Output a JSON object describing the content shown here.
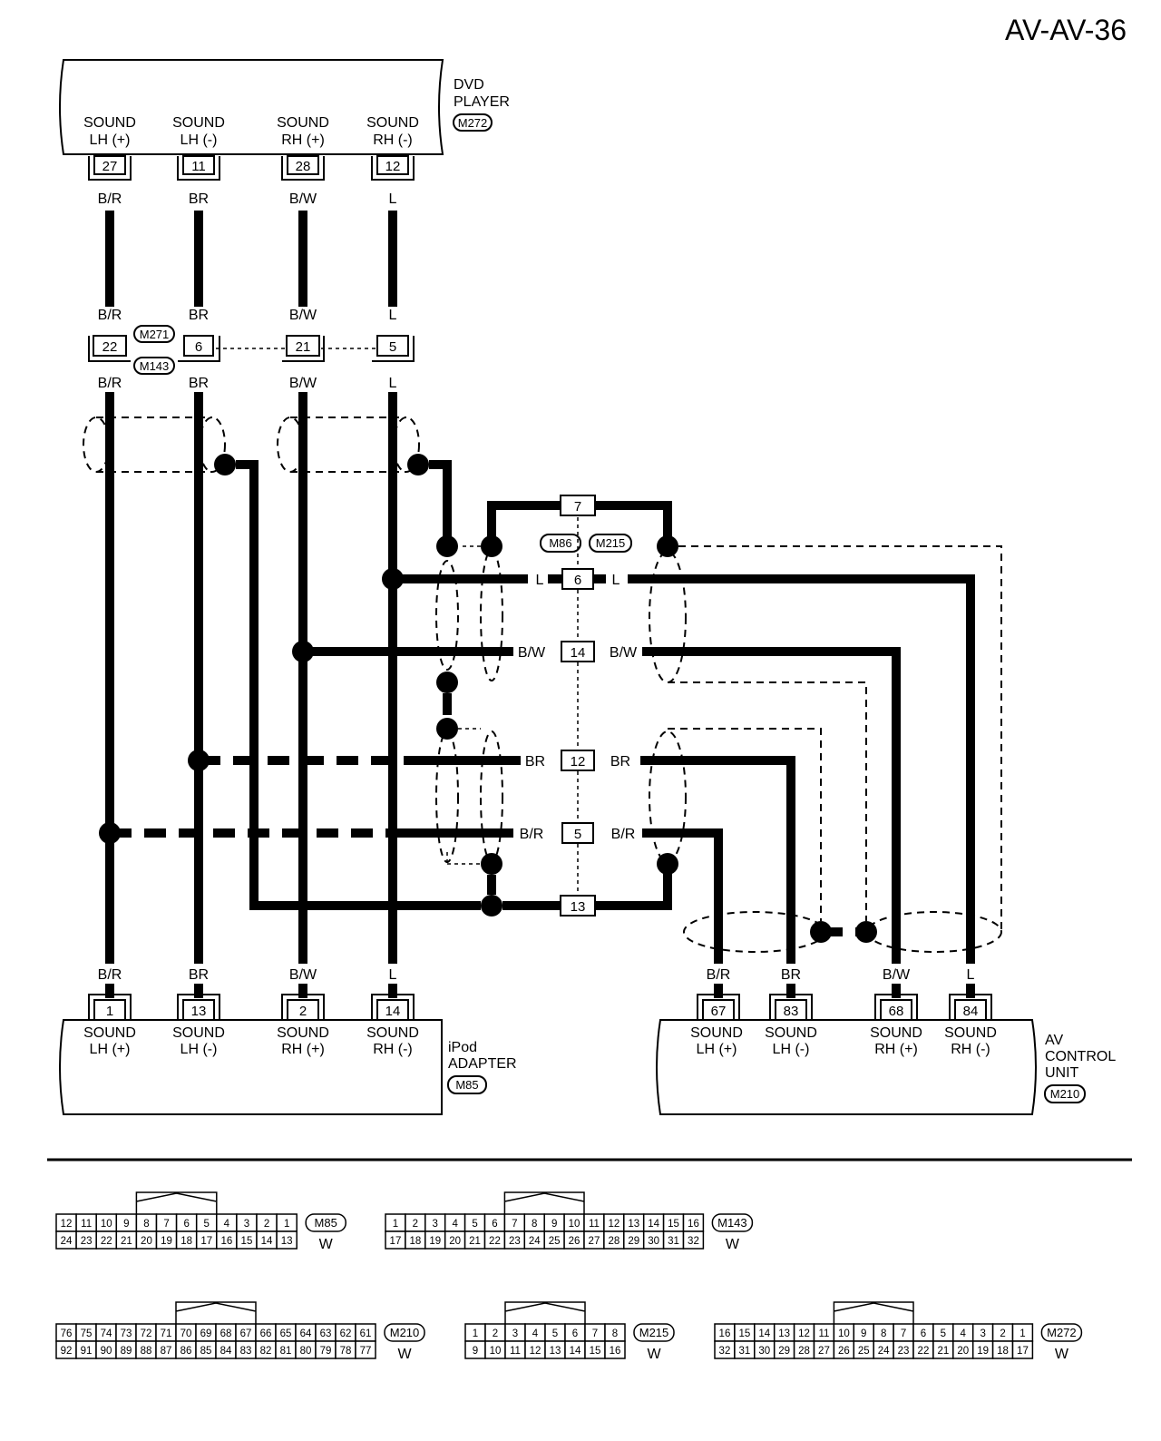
{
  "page_code": "AV-AV-36",
  "dvd_player": {
    "name_line1": "DVD",
    "name_line2": "PLAYER",
    "connector": "M272",
    "terminals": [
      {
        "pin": "27",
        "line1": "SOUND",
        "line2": "LH (+)"
      },
      {
        "pin": "11",
        "line1": "SOUND",
        "line2": "LH (-)"
      },
      {
        "pin": "28",
        "line1": "SOUND",
        "line2": "RH (+)"
      },
      {
        "pin": "12",
        "line1": "SOUND",
        "line2": "RH (-)"
      }
    ]
  },
  "wire_colors": [
    "B/R",
    "BR",
    "B/W",
    "L"
  ],
  "inline_connector": {
    "ids": [
      "M271",
      "M143"
    ],
    "pins": [
      "22",
      "6",
      "21",
      "5"
    ]
  },
  "junction": {
    "ids": [
      "M86",
      "M215"
    ],
    "pins": [
      "7",
      "6",
      "14",
      "12",
      "5",
      "13"
    ],
    "left_colors": [
      "L",
      "B/W",
      "BR",
      "B/R"
    ],
    "right_colors": [
      "L",
      "B/W",
      "BR",
      "B/R"
    ]
  },
  "ipod_adapter": {
    "name_line1": "iPod",
    "name_line2": "ADAPTER",
    "connector": "M85",
    "terminals": [
      {
        "pin": "1",
        "line1": "SOUND",
        "line2": "LH (+)",
        "color": "B/R"
      },
      {
        "pin": "13",
        "line1": "SOUND",
        "line2": "LH (-)",
        "color": "BR"
      },
      {
        "pin": "2",
        "line1": "SOUND",
        "line2": "RH (+)",
        "color": "B/W"
      },
      {
        "pin": "14",
        "line1": "SOUND",
        "line2": "RH (-)",
        "color": "L"
      }
    ]
  },
  "av_control_unit": {
    "name_line1": "AV",
    "name_line2": "CONTROL",
    "name_line3": "UNIT",
    "connector": "M210",
    "terminals": [
      {
        "pin": "67",
        "line1": "SOUND",
        "line2": "LH (+)",
        "color": "B/R"
      },
      {
        "pin": "83",
        "line1": "SOUND",
        "line2": "LH (-)",
        "color": "BR"
      },
      {
        "pin": "68",
        "line1": "SOUND",
        "line2": "RH (+)",
        "color": "B/W"
      },
      {
        "pin": "84",
        "line1": "SOUND",
        "line2": "RH (-)",
        "color": "L"
      }
    ]
  },
  "connector_faces": [
    {
      "id": "M85",
      "color": "W",
      "top": [
        "12",
        "11",
        "10",
        "9",
        "8",
        "7",
        "6",
        "5",
        "4",
        "3",
        "2",
        "1"
      ],
      "bottom": [
        "24",
        "23",
        "22",
        "21",
        "20",
        "19",
        "18",
        "17",
        "16",
        "15",
        "14",
        "13"
      ]
    },
    {
      "id": "M143",
      "color": "W",
      "top": [
        "1",
        "2",
        "3",
        "4",
        "5",
        "6",
        "7",
        "8",
        "9",
        "10",
        "11",
        "12",
        "13",
        "14",
        "15",
        "16"
      ],
      "bottom": [
        "17",
        "18",
        "19",
        "20",
        "21",
        "22",
        "23",
        "24",
        "25",
        "26",
        "27",
        "28",
        "29",
        "30",
        "31",
        "32"
      ]
    },
    {
      "id": "M210",
      "color": "W",
      "top": [
        "76",
        "75",
        "74",
        "73",
        "72",
        "71",
        "70",
        "69",
        "68",
        "67",
        "66",
        "65",
        "64",
        "63",
        "62",
        "61"
      ],
      "bottom": [
        "92",
        "91",
        "90",
        "89",
        "88",
        "87",
        "86",
        "85",
        "84",
        "83",
        "82",
        "81",
        "80",
        "79",
        "78",
        "77"
      ]
    },
    {
      "id": "M215",
      "color": "W",
      "top": [
        "1",
        "2",
        "3",
        "4",
        "5",
        "6",
        "7",
        "8"
      ],
      "bottom": [
        "9",
        "10",
        "11",
        "12",
        "13",
        "14",
        "15",
        "16"
      ]
    },
    {
      "id": "M272",
      "color": "W",
      "top": [
        "16",
        "15",
        "14",
        "13",
        "12",
        "11",
        "10",
        "9",
        "8",
        "7",
        "6",
        "5",
        "4",
        "3",
        "2",
        "1"
      ],
      "bottom": [
        "32",
        "31",
        "30",
        "29",
        "28",
        "27",
        "26",
        "25",
        "24",
        "23",
        "22",
        "21",
        "20",
        "19",
        "18",
        "17"
      ]
    }
  ]
}
